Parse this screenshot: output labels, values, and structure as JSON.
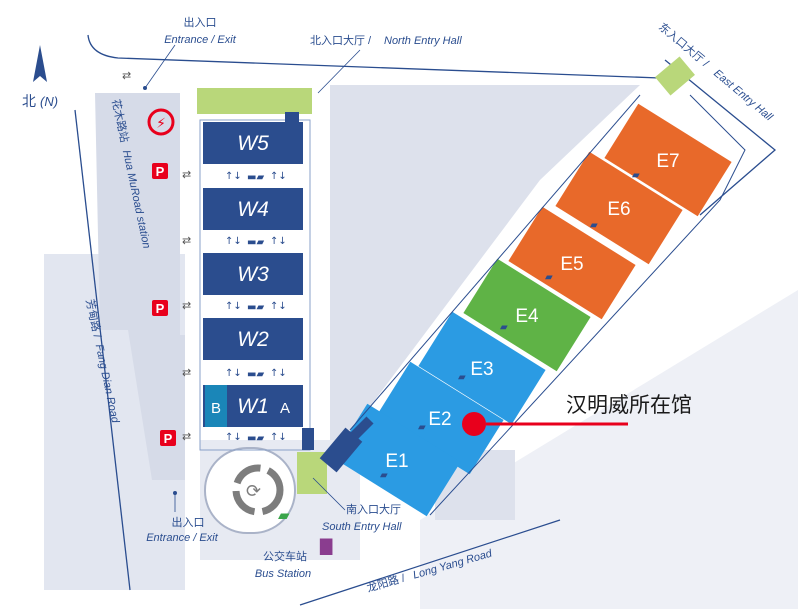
{
  "compass": {
    "label": "北",
    "label_latin": "(N)"
  },
  "entrances": {
    "nw_cn": "出入口",
    "nw_en": "Entrance / Exit",
    "north_cn": "北入口大厅 /",
    "north_en": "North Entry Hall",
    "east_cn": "东入口大厅 /",
    "east_en": "East Entry Hall",
    "south_cn": "南入口大厅",
    "south_en": "South Entry Hall",
    "sw_cn": "出入口",
    "sw_en": "Entrance / Exit",
    "bus_cn": "公交车站",
    "bus_en": "Bus Station"
  },
  "roads": {
    "huamu_cn": "花木路站",
    "huamu_en": "Hua MuRoad station",
    "fangdian_cn": "芳甸路 /",
    "fangdian_en": "Fang Dian Road",
    "longyang_cn": "龙阳路 /",
    "longyang_en": "Long Yang Road"
  },
  "halls_west": [
    "W5",
    "W4",
    "W3",
    "W2",
    "W1"
  ],
  "hall_w1_extra": {
    "b": "B",
    "a": "A"
  },
  "halls_east": [
    "E7",
    "E6",
    "E5",
    "E4",
    "E3",
    "E2",
    "E1"
  ],
  "parking_label": "P",
  "callout": {
    "text": "汉明威所在馆"
  },
  "colors": {
    "west_hall": "#2b4d8e",
    "orange_hall": "#e8692a",
    "green_hall": "#5fb346",
    "blue_hall": "#2b9be3",
    "entry_hall": "#b9d77a",
    "ground": "#dfe3ee",
    "marker": "#e8001c"
  }
}
